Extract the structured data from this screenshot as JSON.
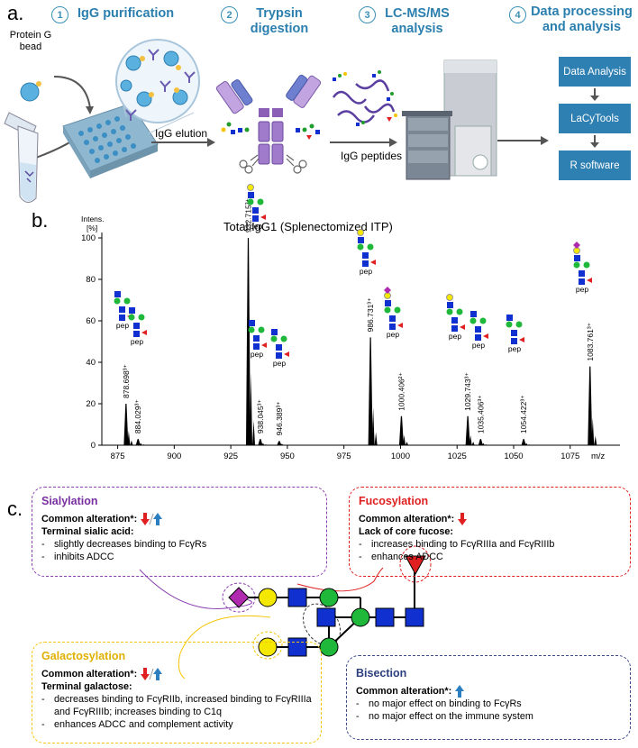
{
  "panel_a": {
    "letter": "a.",
    "steps": [
      {
        "num": "1",
        "title": "IgG purification"
      },
      {
        "num": "2",
        "title": "Trypsin digestion"
      },
      {
        "num": "3",
        "title": "LC-MS/MS analysis"
      },
      {
        "num": "4",
        "title": "Data processing and analysis"
      }
    ],
    "bead_label": "Protein G bead",
    "elution_label": "IgG elution",
    "peptides_label": "IgG peptides",
    "pipeline": [
      "Data Analysis",
      "LaCyTools",
      "R software"
    ]
  },
  "panel_b": {
    "letter": "b.",
    "title": "Total IgG1 (Splenectomized ITP)",
    "y_title": "Intens.",
    "y_unit": "[%]",
    "x_unit": "m/z",
    "chart_data": {
      "type": "bar",
      "title": "Total IgG1 (Splenectomized ITP)",
      "xlabel": "m/z",
      "ylabel": "Intens. [%]",
      "xlim": [
        868,
        1097
      ],
      "ylim": [
        0,
        100
      ],
      "x_ticks": [
        "875",
        "900",
        "925",
        "950",
        "975",
        "1000",
        "1025",
        "1050",
        "1075"
      ],
      "y_ticks": [
        "0",
        "20",
        "40",
        "60",
        "80",
        "100"
      ],
      "peaks": [
        {
          "mz": 878.698,
          "intensity": 20,
          "label": "878.698³⁺"
        },
        {
          "mz": 884.029,
          "intensity": 3,
          "label": "884.029³⁺"
        },
        {
          "mz": 932.715,
          "intensity": 100,
          "label": "932.715³⁺"
        },
        {
          "mz": 938.045,
          "intensity": 3,
          "label": "938.045³⁺"
        },
        {
          "mz": 946.389,
          "intensity": 2,
          "label": "946.389³⁺"
        },
        {
          "mz": 986.731,
          "intensity": 52,
          "label": "986.731³⁺"
        },
        {
          "mz": 1000.406,
          "intensity": 14,
          "label": "1000.406²⁺"
        },
        {
          "mz": 1029.743,
          "intensity": 14,
          "label": "1029.743³⁺"
        },
        {
          "mz": 1035.406,
          "intensity": 3,
          "label": "1035.406³⁺"
        },
        {
          "mz": 1054.422,
          "intensity": 3,
          "label": "1054.422³⁺"
        },
        {
          "mz": 1083.761,
          "intensity": 38,
          "label": "1083.761³⁺"
        }
      ]
    },
    "pep_label": "pep"
  },
  "panel_c": {
    "letter": "c.",
    "sialylation": {
      "title": "Sialylation",
      "alteration": "Common alteration*:",
      "sub": "Terminal sialic acid:",
      "items": [
        "slightly decreases binding to FcγRs",
        "inhibits ADCC"
      ]
    },
    "fucosylation": {
      "title": "Fucosylation",
      "alteration": "Common alteration*:",
      "sub": "Lack of core fucose:",
      "items": [
        "increases binding to FcγRIIIa and FcγRIIIb",
        "enhances ADCC"
      ]
    },
    "galactosylation": {
      "title": "Galactosylation",
      "alteration": "Common alteration*:",
      "sub": "Terminal galactose:",
      "items": [
        "decreases binding to FcγRIIb, increased binding to FcγRIIIa and FcγRIIIb; increases binding to C1q",
        "enhances ADCC and complement activity"
      ]
    },
    "bisection": {
      "title": "Bisection",
      "alteration": "Common alteration*:",
      "items": [
        "no major effect on binding to FcγRs",
        "no major effect on the immune system"
      ]
    }
  },
  "colors": {
    "accent": "#2b7fae",
    "sialic": "#7a2fa0",
    "fucose": "#e02020",
    "galactose": "#f5c400",
    "bisection": "#3a4a8a",
    "mannose": "#1f9e2e",
    "glcnac": "#1030d0"
  }
}
